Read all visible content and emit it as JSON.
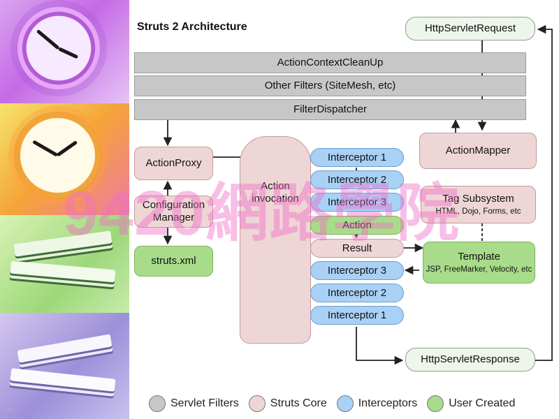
{
  "title": "Struts 2 Architecture",
  "filters": [
    "ActionContextCleanUp",
    "Other Filters (SiteMesh, etc)",
    "FilterDispatcher"
  ],
  "http_request": "HttpServletRequest",
  "http_response": "HttpServletResponse",
  "action_mapper": "ActionMapper",
  "action_proxy": "ActionProxy",
  "configuration_manager": "Configuration Manager",
  "struts_xml": "struts.xml",
  "action_invocation": "Action invocation",
  "interceptors_in": [
    "Interceptor 1",
    "Interceptor 2",
    "Interceptor 3"
  ],
  "action": "Action",
  "result": "Result",
  "interceptors_out": [
    "Interceptor 3",
    "Interceptor 2",
    "Interceptor 1"
  ],
  "tag_subsystem": {
    "title": "Tag Subsystem",
    "subtitle": "HTML, Dojo, Forms, etc"
  },
  "template": {
    "title": "Template",
    "subtitle": "JSP, FreeMarker, Velocity, etc"
  },
  "watermark": "9420網路學院",
  "legend": [
    {
      "label": "Servlet Filters",
      "color": "#c7c7c7"
    },
    {
      "label": "Struts Core",
      "color": "#efd6d6"
    },
    {
      "label": "Interceptors",
      "color": "#a9d0f5"
    },
    {
      "label": "User Created",
      "color": "#a9dc8a"
    }
  ],
  "colors": {
    "filter": "#c7c7c7",
    "core": "#efd6d6",
    "interceptor": "#a9d0f5",
    "user": "#a9dc8a"
  }
}
